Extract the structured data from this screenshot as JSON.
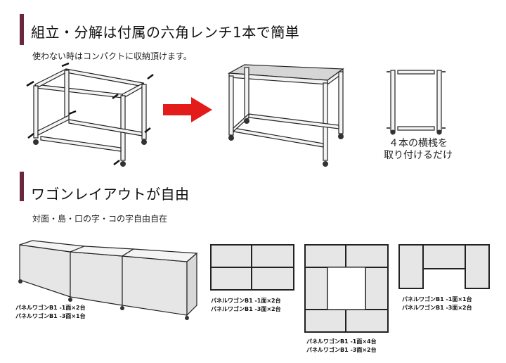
{
  "section1": {
    "title": "組立・分解は付属の六角レンチ1本で簡単",
    "subtitle": "使わない時はコンパクトに収納頂けます。",
    "bars_note": [
      "４本の横桟を",
      "取り付けるだけ"
    ]
  },
  "section2": {
    "title": "ワゴンレイアウトが自由",
    "subtitle": "対面・島・口の字・コの字自由自在",
    "layouts": [
      {
        "lines": [
          "パネルワゴンB1 -1面×2台",
          "パネルワゴンB1 -3面×1台"
        ]
      },
      {
        "lines": [
          "パネルワゴンB1 -1面×2台",
          "パネルワゴンB1 -3面×2台"
        ]
      },
      {
        "lines": [
          "パネルワゴンB1 -1面×4台",
          "パネルワゴンB1 -3面×2台"
        ]
      },
      {
        "lines": [
          "パネルワゴンB1 -1面×1台",
          "パネルワゴンB1 -3面×2台"
        ]
      }
    ]
  },
  "colors": {
    "accent_bar": "#6b2740",
    "arrow": "#e31b1b",
    "panel_fill": "#e6e6e6"
  }
}
